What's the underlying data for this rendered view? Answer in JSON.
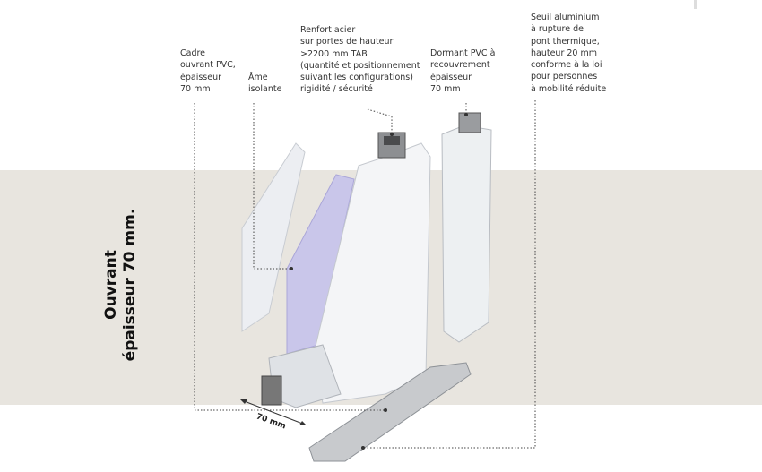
{
  "title": {
    "line1": "Ouvrant",
    "line2": "épaisseur 70 mm."
  },
  "labels": {
    "cadre": [
      "Cadre",
      "ouvrant PVC,",
      "épaisseur",
      "70 mm"
    ],
    "ame": [
      "Âme",
      "isolante"
    ],
    "renfort": [
      "Renfort acier",
      "sur portes de hauteur",
      ">2200 mm TAB",
      "(quantité et positionnement",
      "suivant les configurations)",
      "rigidité / sécurité"
    ],
    "dormant": [
      "Dormant PVC à",
      "recouvrement",
      "épaisseur",
      "70 mm"
    ],
    "seuil": [
      "Seuil aluminium",
      "à rupture de",
      "pont thermique,",
      "hauteur 20 mm",
      "conforme à la loi",
      "pour personnes",
      "à mobilité réduite"
    ]
  },
  "dimension": "70 mm"
}
